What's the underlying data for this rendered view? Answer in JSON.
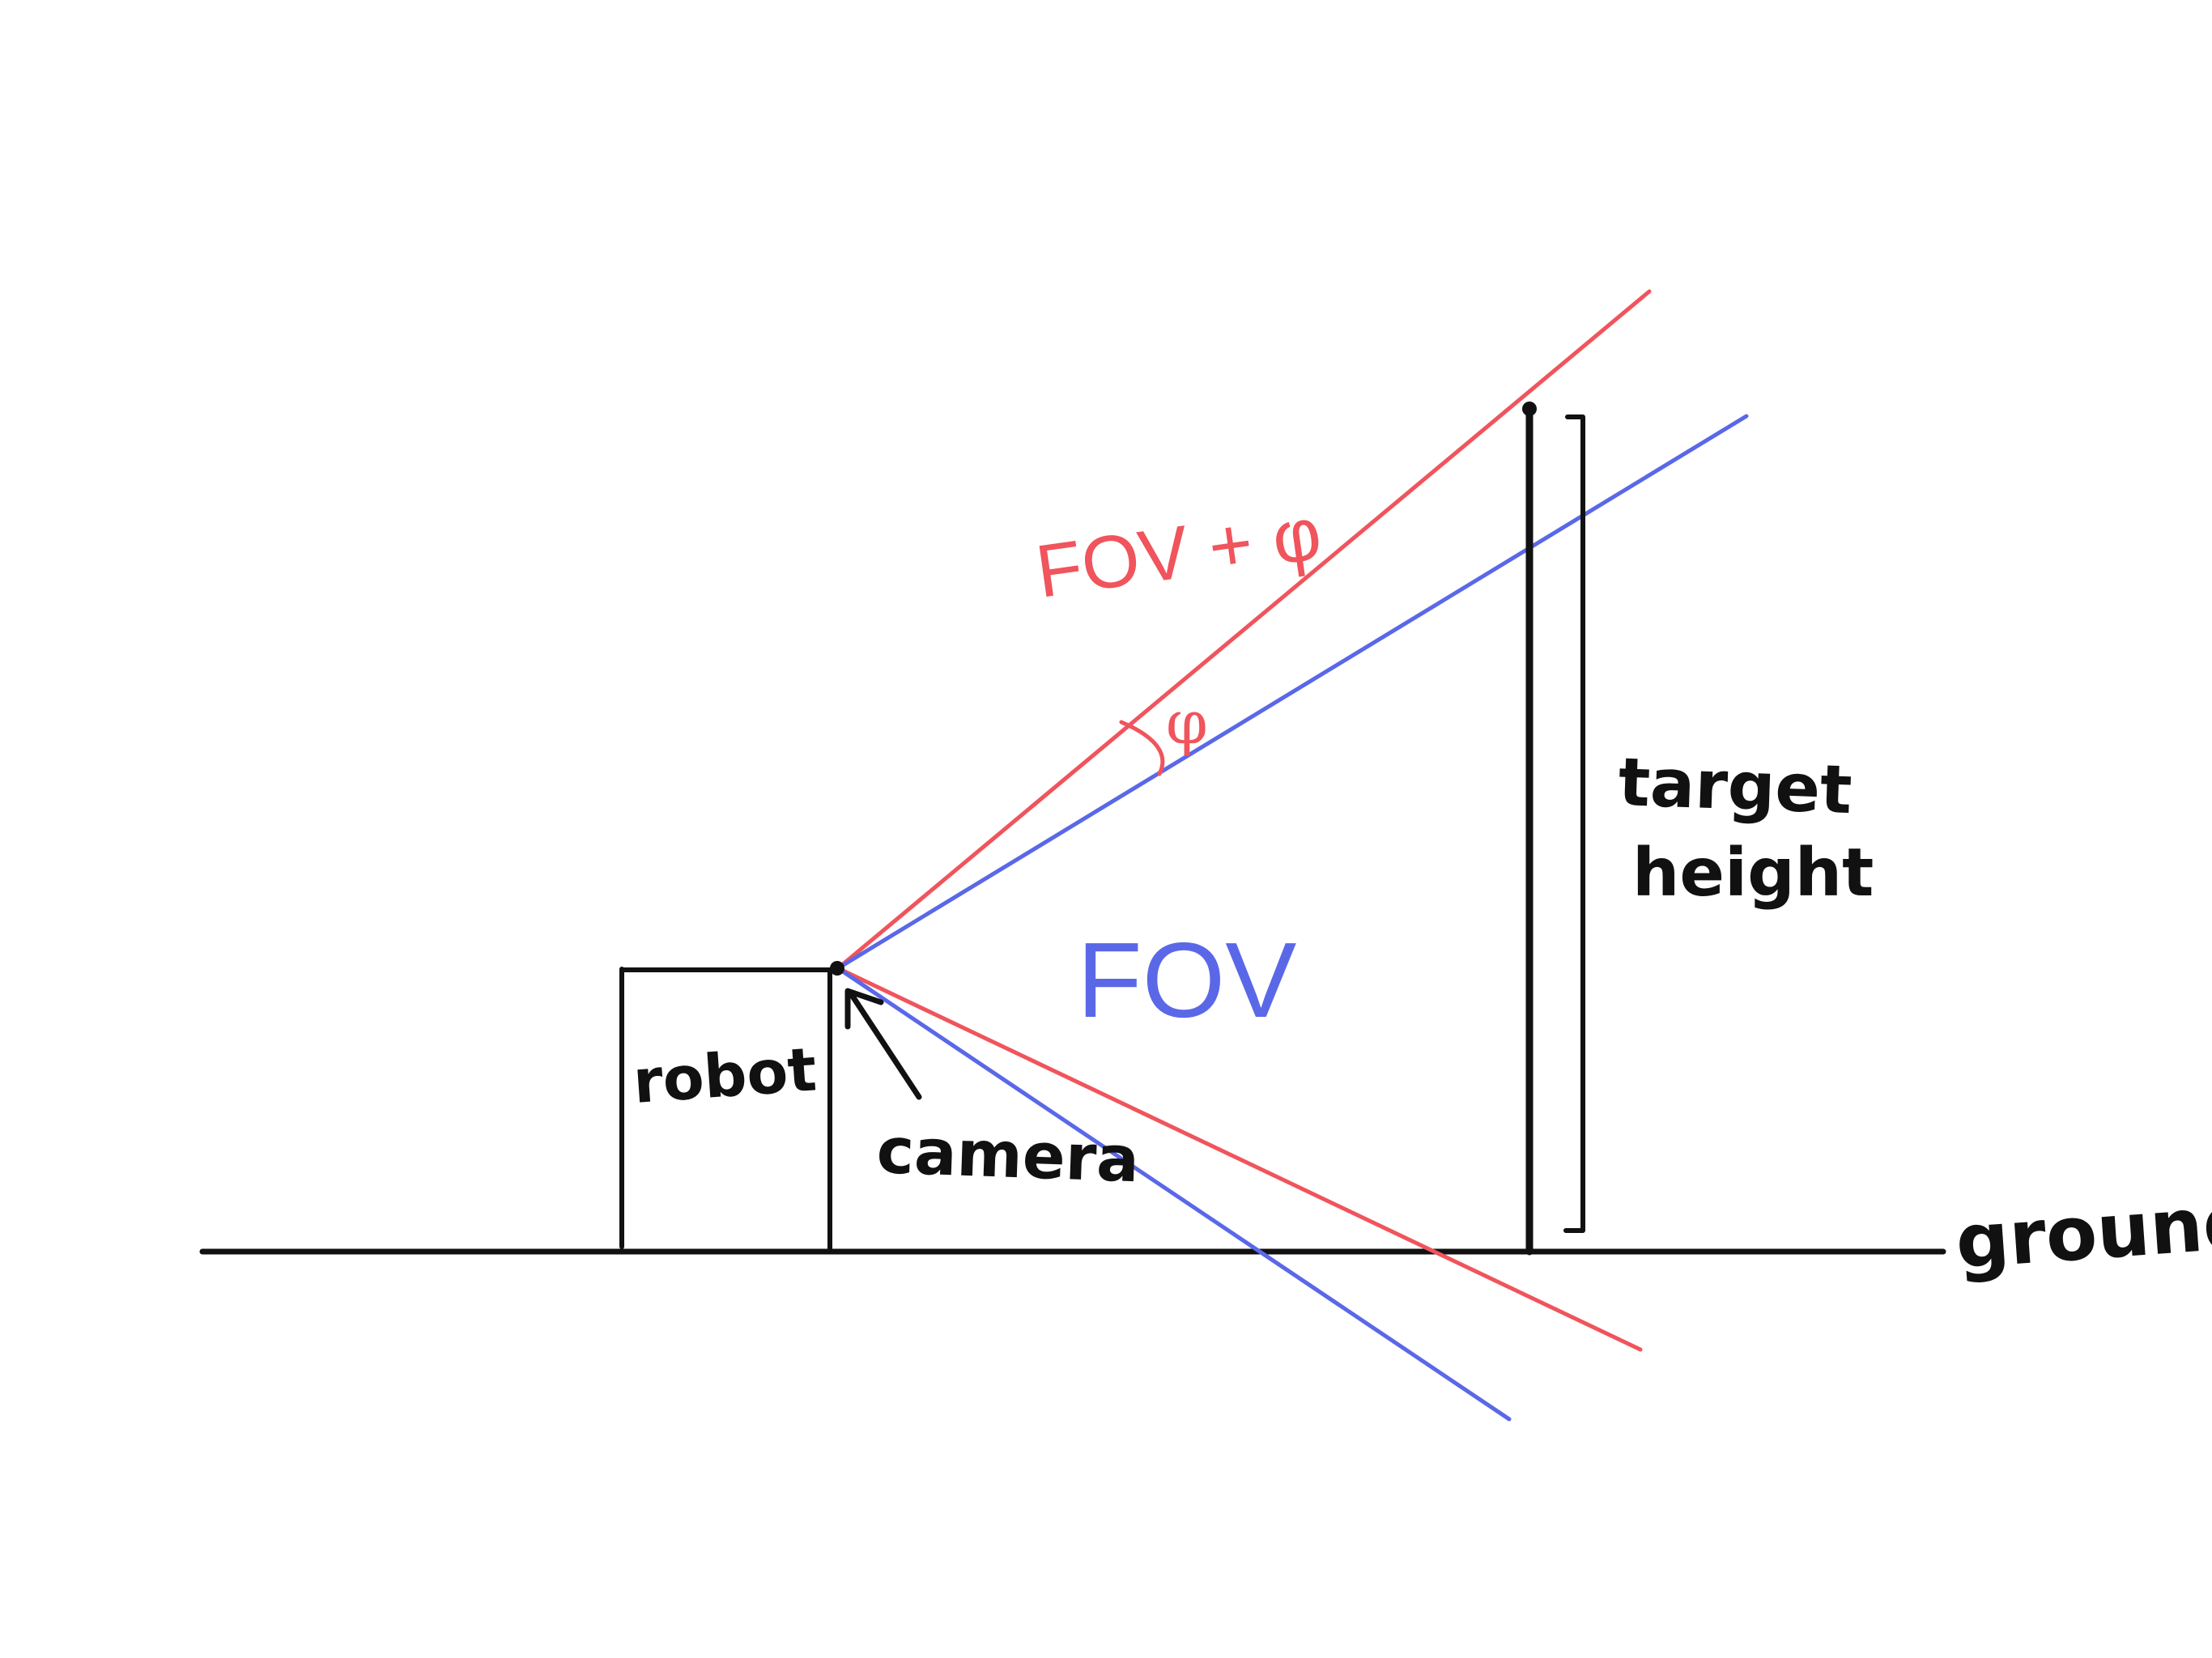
{
  "labels": {
    "robot": "robot",
    "camera": "camera",
    "fov": "FOV",
    "fov_plus_phi": "FOV + φ",
    "phi": "φ",
    "target_height_line1": "target",
    "target_height_line2": "height",
    "ground": "ground"
  },
  "colors": {
    "ink": "#111111",
    "red": "#f0545c",
    "blue": "#5a68e8",
    "background": "#ffffff"
  }
}
